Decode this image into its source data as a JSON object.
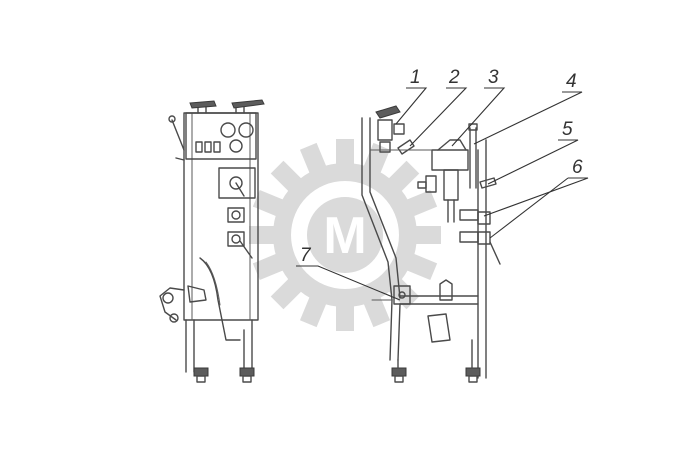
{
  "callouts": [
    {
      "id": "1",
      "label": "1"
    },
    {
      "id": "2",
      "label": "2"
    },
    {
      "id": "3",
      "label": "3"
    },
    {
      "id": "4",
      "label": "4"
    },
    {
      "id": "5",
      "label": "5"
    },
    {
      "id": "6",
      "label": "6"
    },
    {
      "id": "7",
      "label": "7"
    }
  ],
  "watermark": {
    "letter": "M",
    "color": "#d6d6d6"
  },
  "colors": {
    "line": "#4a4a4a",
    "background": "#ffffff"
  }
}
